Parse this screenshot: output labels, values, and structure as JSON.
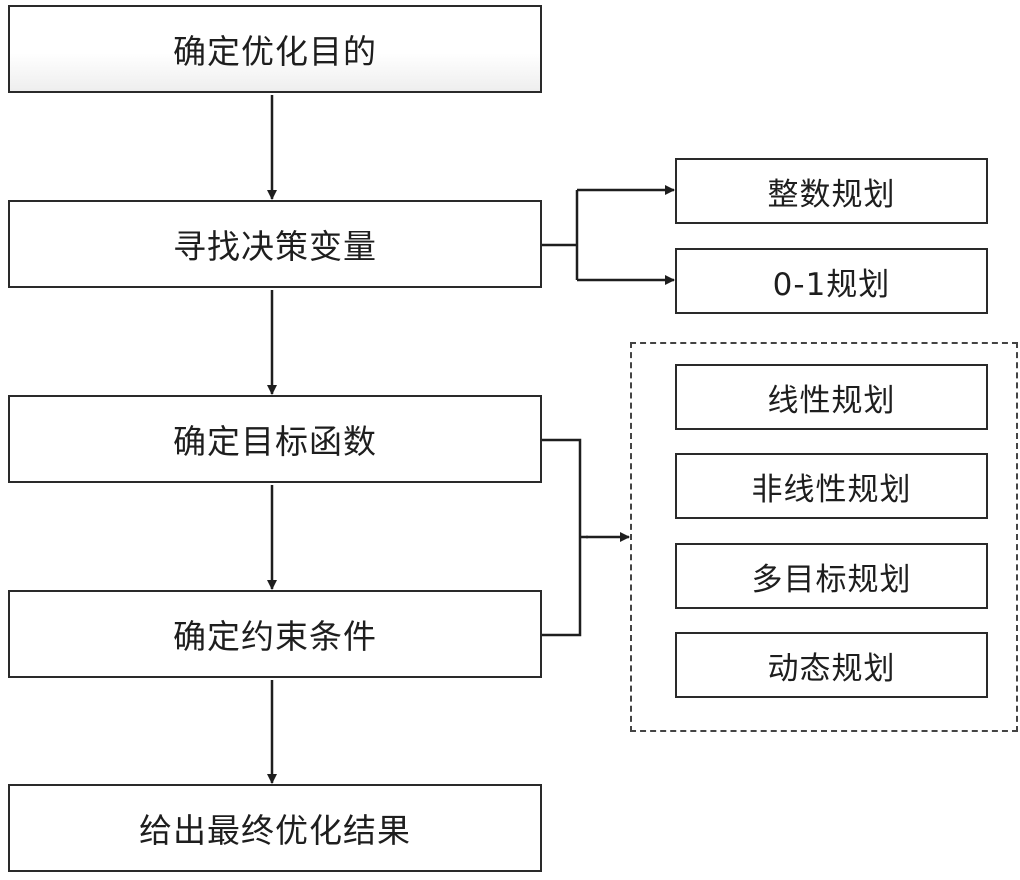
{
  "diagram": {
    "steps": [
      "确定优化目的",
      "寻找决策变量",
      "确定目标函数",
      "确定约束条件",
      "给出最终优化结果"
    ],
    "variable_types": [
      "整数规划",
      "0-1规划"
    ],
    "model_types": [
      "线性规划",
      "非线性规划",
      "多目标规划",
      "动态规划"
    ]
  }
}
